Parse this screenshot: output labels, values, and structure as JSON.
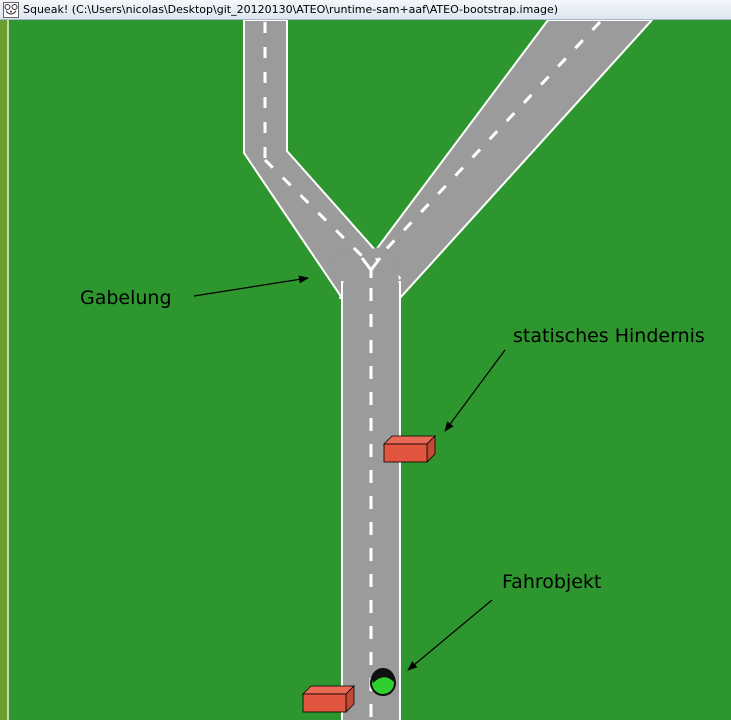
{
  "window": {
    "title": "Squeak! (C:\\Users\\nicolas\\Desktop\\git_20120130\\ATEO\\runtime-sam+aaf\\ATEO-bootstrap.image)"
  },
  "annotations": {
    "fork_label": "Gabelung",
    "obstacle_label": "statisches Hindernis",
    "vehicle_label": "Fahrobjekt"
  },
  "colors": {
    "grass": "#2e962e",
    "left_strip": "#6a9e30",
    "road": "#9b9b9b",
    "road_border": "#ffffff",
    "lane_marking": "#ffffff",
    "obstacle_front": "#e2553f",
    "obstacle_side": "#c44a36",
    "vehicle_green": "#2ecf2e",
    "vehicle_dark": "#111111",
    "annotation_text": "#000000"
  },
  "icons": {
    "app": "squeak-mouse-icon"
  }
}
